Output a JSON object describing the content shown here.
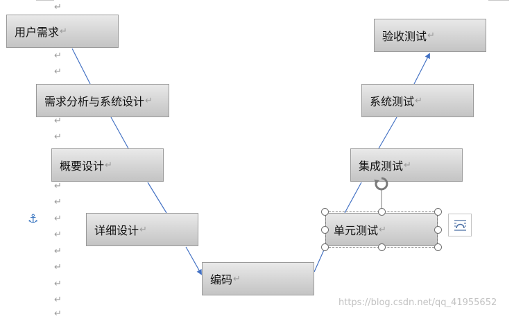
{
  "doc": {
    "paragraph_mark": "↵",
    "steps": {
      "requirements": "用户需求",
      "analysis_design": "需求分析与系统设计",
      "outline_design": "概要设计",
      "detailed_design": "详细设计",
      "coding": "编码",
      "unit_test": "单元测试",
      "integration_test": "集成测试",
      "system_test": "系统测试",
      "acceptance_test": "验收测试"
    }
  },
  "selection": {
    "rotate_icon": "rotate-handle-icon",
    "anchor_icon": "anchor-icon",
    "layout_options_icon": "layout-options-icon"
  },
  "watermark": "https://blog.csdn.net/qq_41955652",
  "colors": {
    "connector": "#4472c4",
    "box_border": "#9a9a9a",
    "anchor": "#2f6ebd"
  }
}
